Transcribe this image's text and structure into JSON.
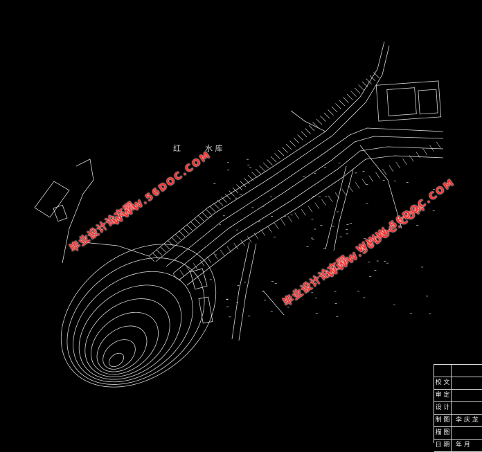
{
  "drawing": {
    "reservoir_label_1": "红",
    "reservoir_label_2": "水 库"
  },
  "watermarks": [
    {
      "cn": "毕业设计论文网",
      "url": "WWW.56DOC.COM"
    },
    {
      "cn": "毕业设计论文网",
      "url": "WWW.56DOC.COM"
    },
    {
      "cn": "毕业设计论文网",
      "url": "WWW.56DOC.COM"
    }
  ],
  "title_block": {
    "rows": [
      {
        "key": "",
        "value": ""
      },
      {
        "key": "校 文",
        "value": ""
      },
      {
        "key": "审 定",
        "value": ""
      },
      {
        "key": "设 计",
        "value": ""
      },
      {
        "key": "制 图",
        "value": "李 庆 龙"
      },
      {
        "key": "描 图",
        "value": ""
      },
      {
        "key": "日 期",
        "value": "年 月"
      }
    ]
  },
  "colors": {
    "background": "#000000",
    "linework": "#d8d8d8",
    "watermark": "#ff3030"
  }
}
